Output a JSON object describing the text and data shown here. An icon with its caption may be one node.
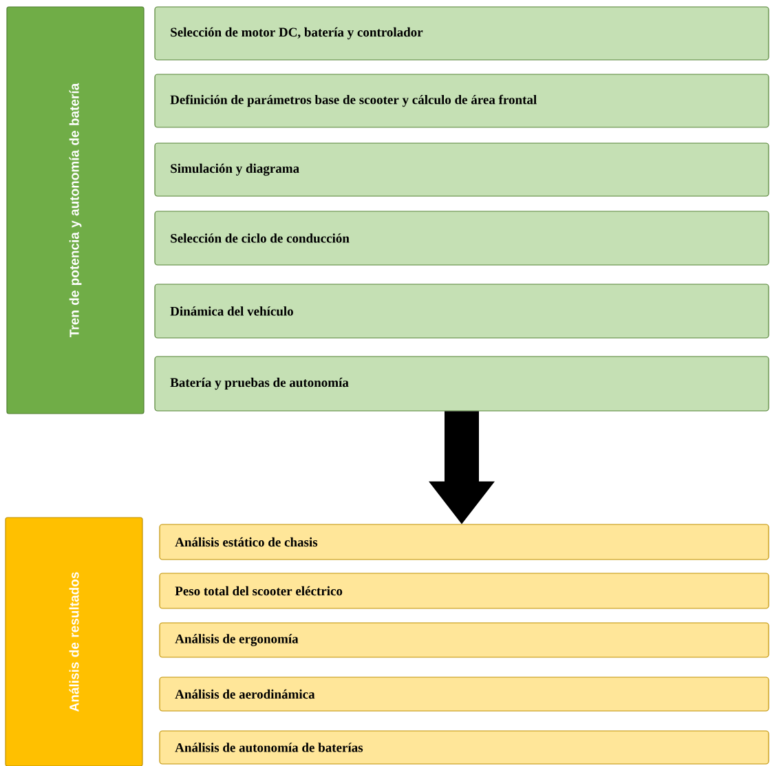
{
  "diagram": {
    "nodes": [
      {
        "text": [
          "Tren de potencia y autonomía de batería"
        ]
      },
      {
        "text": [
          "Selección de motor DC, batería y controlador"
        ]
      },
      {
        "text": [
          "Definición de parámetros base de scooter y cálculo de área frontal"
        ]
      },
      {
        "text": [
          "Simulación y diagrama"
        ]
      },
      {
        "text": [
          "Selección de ciclo de conducción"
        ]
      },
      {
        "text": [
          "Dinámica del vehículo"
        ]
      },
      {
        "text": [
          "Batería y pruebas de autonomía"
        ]
      },
      {
        "text": [
          "Análisis de resultados"
        ]
      },
      {
        "text": [
          "Análisis estático de chasis"
        ]
      },
      {
        "text": [
          "Peso total del scooter eléctrico"
        ]
      },
      {
        "text": [
          "Análisis de ergonomía"
        ]
      },
      {
        "text": [
          "Análisis de aerodinámica"
        ]
      },
      {
        "text": [
          "Análisis de autonomía de baterías"
        ]
      }
    ],
    "edges": [
      {
        "from": 6,
        "to": 8,
        "arrow": "to"
      }
    ]
  }
}
